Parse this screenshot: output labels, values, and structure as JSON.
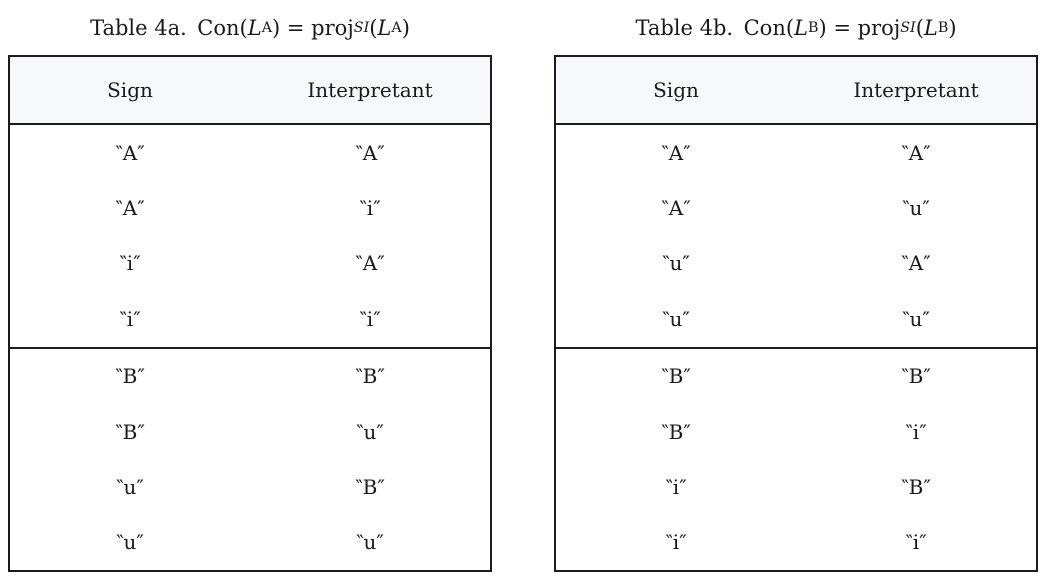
{
  "colors": {
    "border": "#1c1c1c",
    "header_background": "#f7f8fc",
    "text": "#1a1a1a",
    "page_background": "#ffffff"
  },
  "tables": [
    {
      "name": "table-4a",
      "title_segments": [
        {
          "t": "Table 4a. Con(",
          "s": "rm"
        },
        {
          "t": "L",
          "s": "it"
        },
        {
          "t": "A",
          "s": "sub"
        },
        {
          "t": ") = proj",
          "s": "rm"
        },
        {
          "t": "SI",
          "s": "subit"
        },
        {
          "t": "(",
          "s": "rm"
        },
        {
          "t": "L",
          "s": "it"
        },
        {
          "t": "A",
          "s": "sub"
        },
        {
          "t": ")",
          "s": "rm"
        }
      ],
      "columns": [
        "Sign",
        "Interpretant"
      ],
      "groups": [
        {
          "rows": [
            [
              "‶A″",
              "‶A″"
            ],
            [
              "‶A″",
              "‶i″"
            ],
            [
              "‶i″",
              "‶A″"
            ],
            [
              "‶i″",
              "‶i″"
            ]
          ]
        },
        {
          "rows": [
            [
              "‶B″",
              "‶B″"
            ],
            [
              "‶B″",
              "‶u″"
            ],
            [
              "‶u″",
              "‶B″"
            ],
            [
              "‶u″",
              "‶u″"
            ]
          ]
        }
      ]
    },
    {
      "name": "table-4b",
      "title_segments": [
        {
          "t": "Table 4b. Con(",
          "s": "rm"
        },
        {
          "t": "L",
          "s": "it"
        },
        {
          "t": "B",
          "s": "sub"
        },
        {
          "t": ") = proj",
          "s": "rm"
        },
        {
          "t": "SI",
          "s": "subit"
        },
        {
          "t": "(",
          "s": "rm"
        },
        {
          "t": "L",
          "s": "it"
        },
        {
          "t": "B",
          "s": "sub"
        },
        {
          "t": ")",
          "s": "rm"
        }
      ],
      "columns": [
        "Sign",
        "Interpretant"
      ],
      "groups": [
        {
          "rows": [
            [
              "‶A″",
              "‶A″"
            ],
            [
              "‶A″",
              "‶u″"
            ],
            [
              "‶u″",
              "‶A″"
            ],
            [
              "‶u″",
              "‶u″"
            ]
          ]
        },
        {
          "rows": [
            [
              "‶B″",
              "‶B″"
            ],
            [
              "‶B″",
              "‶i″"
            ],
            [
              "‶i″",
              "‶B″"
            ],
            [
              "‶i″",
              "‶i″"
            ]
          ]
        }
      ]
    }
  ]
}
